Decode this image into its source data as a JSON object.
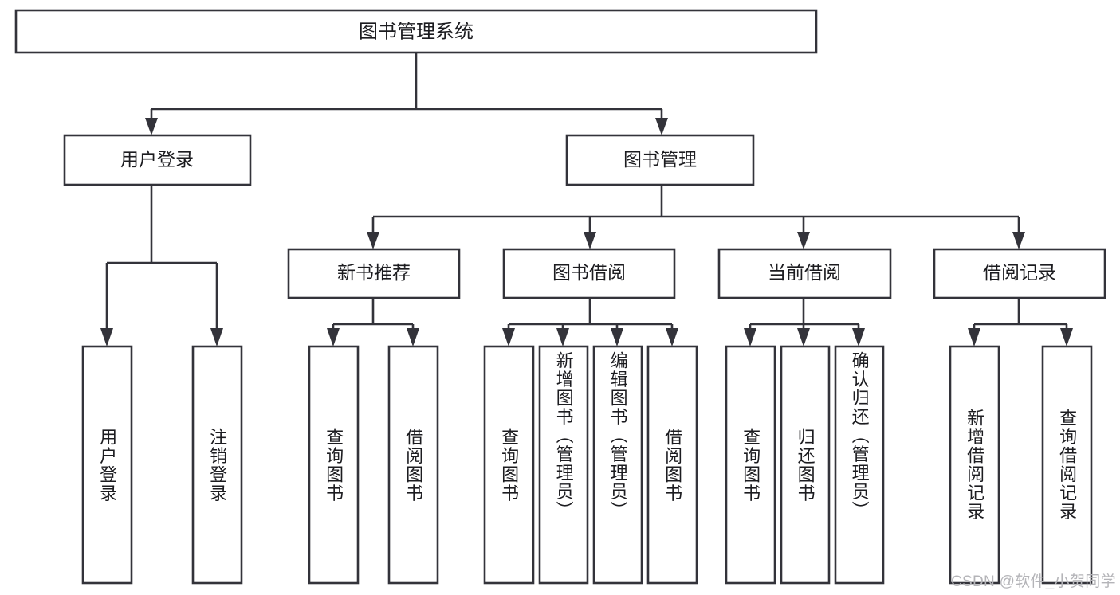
{
  "diagram": {
    "type": "tree",
    "title": "图书管理系统",
    "root": {
      "id": "root",
      "label": "图书管理系统",
      "orientation": "horizontal"
    },
    "level1": [
      {
        "id": "user-login",
        "label": "用户登录",
        "orientation": "horizontal"
      },
      {
        "id": "book-manage",
        "label": "图书管理",
        "orientation": "horizontal"
      }
    ],
    "level2": [
      {
        "id": "new-book-rec",
        "label": "新书推荐",
        "orientation": "horizontal",
        "parent": "book-manage"
      },
      {
        "id": "book-borrow",
        "label": "图书借阅",
        "orientation": "horizontal",
        "parent": "book-manage"
      },
      {
        "id": "current-borrow",
        "label": "当前借阅",
        "orientation": "horizontal",
        "parent": "book-manage"
      },
      {
        "id": "borrow-record",
        "label": "借阅记录",
        "orientation": "horizontal",
        "parent": "book-manage"
      }
    ],
    "leaves": [
      {
        "id": "leaf-user-login",
        "label": "用户登录",
        "orientation": "vertical",
        "parent": "user-login"
      },
      {
        "id": "leaf-user-logout",
        "label": "注销登录",
        "orientation": "vertical",
        "parent": "user-login"
      },
      {
        "id": "leaf-query-book-1",
        "label": "查询图书",
        "orientation": "vertical",
        "parent": "new-book-rec"
      },
      {
        "id": "leaf-borrow-book-1",
        "label": "借阅图书",
        "orientation": "vertical",
        "parent": "new-book-rec"
      },
      {
        "id": "leaf-query-book-2",
        "label": "查询图书",
        "orientation": "vertical",
        "parent": "book-borrow"
      },
      {
        "id": "leaf-add-book",
        "label": "新增图书（管理员）",
        "orientation": "vertical",
        "parent": "book-borrow"
      },
      {
        "id": "leaf-edit-book",
        "label": "编辑图书（管理员）",
        "orientation": "vertical",
        "parent": "book-borrow"
      },
      {
        "id": "leaf-borrow-book-2",
        "label": "借阅图书",
        "orientation": "vertical",
        "parent": "book-borrow"
      },
      {
        "id": "leaf-query-book-3",
        "label": "查询图书",
        "orientation": "vertical",
        "parent": "current-borrow"
      },
      {
        "id": "leaf-return-book",
        "label": "归还图书",
        "orientation": "vertical",
        "parent": "current-borrow"
      },
      {
        "id": "leaf-confirm-return",
        "label": "确认归还（管理员）",
        "orientation": "vertical",
        "parent": "current-borrow"
      },
      {
        "id": "leaf-add-record",
        "label": "新增借阅记录",
        "orientation": "vertical",
        "parent": "borrow-record"
      },
      {
        "id": "leaf-query-record",
        "label": "查询借阅记录",
        "orientation": "vertical",
        "parent": "borrow-record"
      }
    ]
  },
  "watermark": {
    "text": "CSDN @软件_小贺同学"
  },
  "colors": {
    "stroke": "#33333a",
    "fill": "#ffffff",
    "text": "#1c1c20",
    "watermark": "#b4b4b8"
  }
}
